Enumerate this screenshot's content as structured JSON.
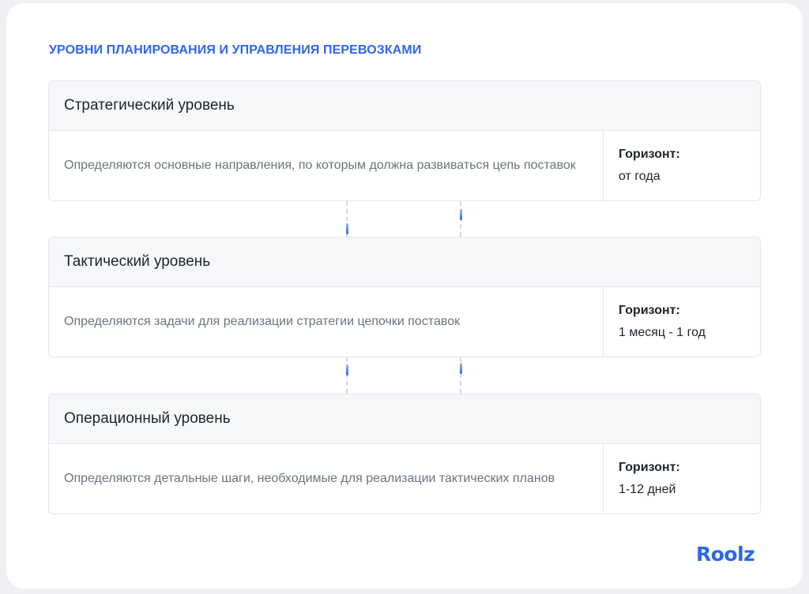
{
  "title": "УРОВНИ ПЛАНИРОВАНИЯ И УПРАВЛЕНИЯ ПЕРЕВОЗКАМИ",
  "levels": [
    {
      "name": "Стратегический уровень",
      "description": "Определяются основные направления, по которым должна развиваться цепь поставок",
      "horizon_label": "Горизонт:",
      "horizon_value": "от года"
    },
    {
      "name": "Тактический уровень",
      "description": "Определяются задачи для реализации стратегии цепочки поставок",
      "horizon_label": "Горизонт:",
      "horizon_value": "1 месяц - 1 год"
    },
    {
      "name": "Операционный уровень",
      "description": "Определяются детальные шаги, необходимые для реализации тактических планов",
      "horizon_label": "Горизонт:",
      "horizon_value": "1-12 дней"
    }
  ],
  "brand": {
    "logo_text": "Roolz",
    "accent_color": "#2d67e8"
  }
}
